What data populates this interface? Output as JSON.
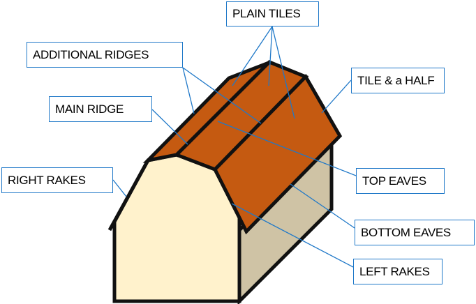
{
  "labels": {
    "plain_tiles": "PLAIN TILES",
    "additional_ridges": "ADDITIONAL RIDGES",
    "tile_and_a_half": "TILE & a HALF",
    "main_ridge": "MAIN RIDGE",
    "right_rakes": "RIGHT RAKES",
    "top_eaves": "TOP EAVES",
    "bottom_eaves": "BOTTOM EAVES",
    "left_rakes": "LEFT RAKES"
  },
  "colors": {
    "roof": "#c55a11",
    "gable_wall": "#fff2cc",
    "side_wall": "#cfc3a5",
    "outline": "#111111",
    "leader_line": "#1f78c8"
  }
}
